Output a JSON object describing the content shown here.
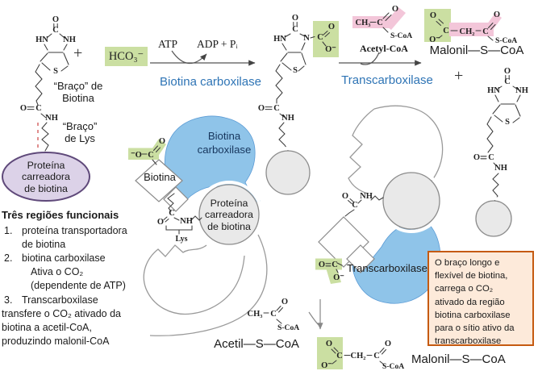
{
  "colors": {
    "green_highlight": "#cbdfa2",
    "pink_highlight": "#f3c6d9",
    "enzyme_blue": "#8fc4e9",
    "enzyme_text_blue": "#2e74b5",
    "carrier_purple": "#dcd2e8",
    "purple_border": "#5f497a",
    "protein_gray": "#e9e9e9",
    "note_border": "#c55a11",
    "note_fill": "#fdeada"
  },
  "atoms": {
    "O": "O",
    "C": "C",
    "N": "N",
    "S": "S",
    "HN": "HN",
    "NH": "NH",
    "O_minus": "O⁻",
    "minus_O": "⁻O",
    "CH3": "CH₃",
    "CH2": "CH₂",
    "S_CoA": "S-CoA",
    "Lys": "Lys",
    "plus": "+"
  },
  "top_scheme": {
    "hco3": "HCO₃⁻",
    "atp": "ATP",
    "adp_pi": "ADP + Pᵢ",
    "enzyme1": "Biotina carboxilase",
    "enzyme2": "Transcarboxilase",
    "acetyl_label": "Acetyl-CoA",
    "malonyl_label": "Malonil—S—CoA",
    "biotin_arm": {
      "l1": "“Braço” de",
      "l2": "Biotina"
    },
    "lys_arm": {
      "l1": "“Braço”",
      "l2": "de Lys"
    }
  },
  "carrier_ellipse": {
    "l1": "Proteína",
    "l2": "carreadora",
    "l3": "de biotina"
  },
  "regions_list": {
    "title": "Três regiões funcionais",
    "n1": "1.",
    "i1a": "proteína transportadora",
    "i1b": "de biotina",
    "n2": "2.",
    "i2a": "biotina carboxilase",
    "i2b": "Ativa o CO₂",
    "i2c": "(dependente de ATP)",
    "n3": "3.",
    "i3a": "Transcarboxilase",
    "i3b": "transfere o CO₂ ativado da",
    "i3c": "biotina a acetil-CoA,",
    "i3d": "produzindo malonil-CoA"
  },
  "left_complex": {
    "enzyme_l1": "Biotina",
    "enzyme_l2": "carboxilase",
    "biotin": "Biotina",
    "carrier": {
      "l1": "Proteína",
      "l2": "carreadora",
      "l3": "de biotina"
    }
  },
  "right_complex": {
    "enzyme": "Transcarboxilase"
  },
  "note_box": {
    "l1": "O braço longo e",
    "l2": "flexível de biotina,",
    "l3": "carrega o CO₂",
    "l4": "ativado da região",
    "l5": "biotina carboxilase",
    "l6": "para o sítio ativo da",
    "l7": "transcarboxilase"
  },
  "bottom_scheme": {
    "acetyl_label": "Acetil—S—CoA",
    "malonyl_label": "Malonil—S—CoA"
  }
}
